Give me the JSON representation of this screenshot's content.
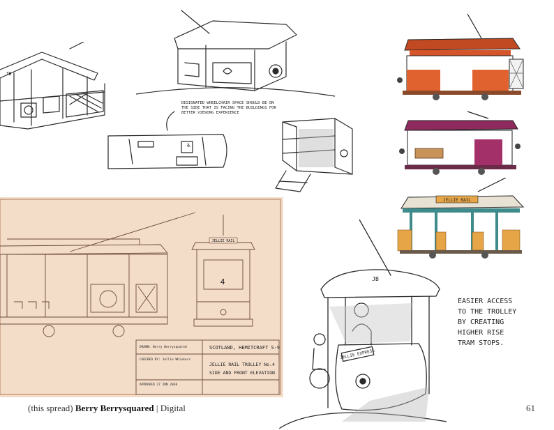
{
  "colors": {
    "blueprint_paper": "#f3dcc8",
    "blueprint_ink": "#6b4a3a",
    "tram_orange": "#e0622e",
    "tram_magenta": "#a4306a",
    "tram_teal": "#3f8a8a",
    "tram_amber": "#e6a547",
    "sketch_ink": "#2a2a2a"
  },
  "sketch_notes": {
    "accessible_space_note": "DESIGNATED WHEELCHAIR SPACE SHOULD BE ON THE SIDE THAT IS FACING THE BUILDINGS FOR BETTER VIEWING EXPERIENCE",
    "easier_access_lines": [
      "EASIER ACCESS",
      "TO THE TROLLEY",
      "BY CREATING",
      "HIGHER RISE",
      "TRAM STOPS."
    ],
    "sign_jellie_express": "JELLIE EXPRESS",
    "sign_jellie_rail": "JELLIE RAIL",
    "roof_badge": "JB"
  },
  "blueprint": {
    "title_line1": "SCOTLAND, HEMITCRAFT S-9",
    "title_line2": "JELLIE RAIL TROLLEY No.4",
    "title_line3": "SIDE AND FRONT ELEVATION",
    "front_number": "4",
    "dest_sign": "JELLIE RAIL",
    "approved": "APPROVED 27 JUN 2030",
    "drawn_by": "DRAWN: Berry Berrysquared",
    "checked_by": "CHECKED BY: Jellie Whiskers"
  },
  "footer": {
    "prefix": "(this spread)",
    "author": "Berry Berrysquared",
    "separator": "|",
    "medium": "Digital",
    "page_number": "61"
  }
}
